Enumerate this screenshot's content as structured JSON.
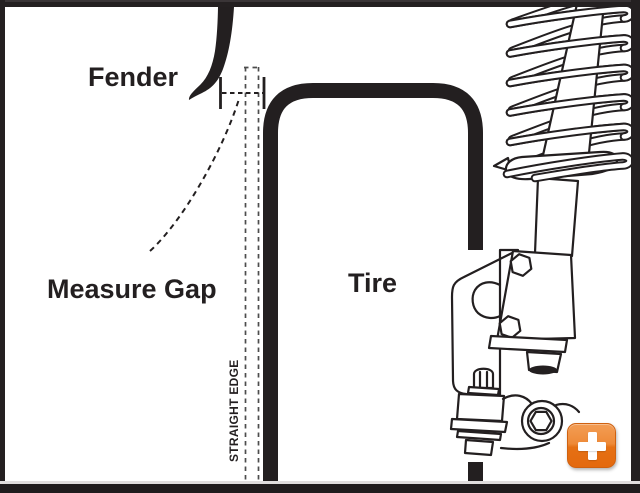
{
  "diagram": {
    "labels": {
      "fender": "Fender",
      "measure_gap": "Measure Gap",
      "tire": "Tire",
      "straight_edge": "STRAIGHT EDGE"
    },
    "parts": {
      "spring": "coil-spring",
      "strut": "strut-assembly",
      "pointer": "gap-pointer-dashed-curve"
    }
  },
  "controls": {
    "zoom_button": {
      "icon": "plus-icon"
    }
  },
  "colors": {
    "line": "#231f20",
    "background": "#ffffff",
    "frame": "#242021",
    "frame_bottom_gap": "#dfdddd",
    "dashed_gray": "#4d4d4d",
    "button_orange_top": "#f39d55",
    "button_orange_bottom": "#e4690e",
    "plus": "#ffffff"
  }
}
